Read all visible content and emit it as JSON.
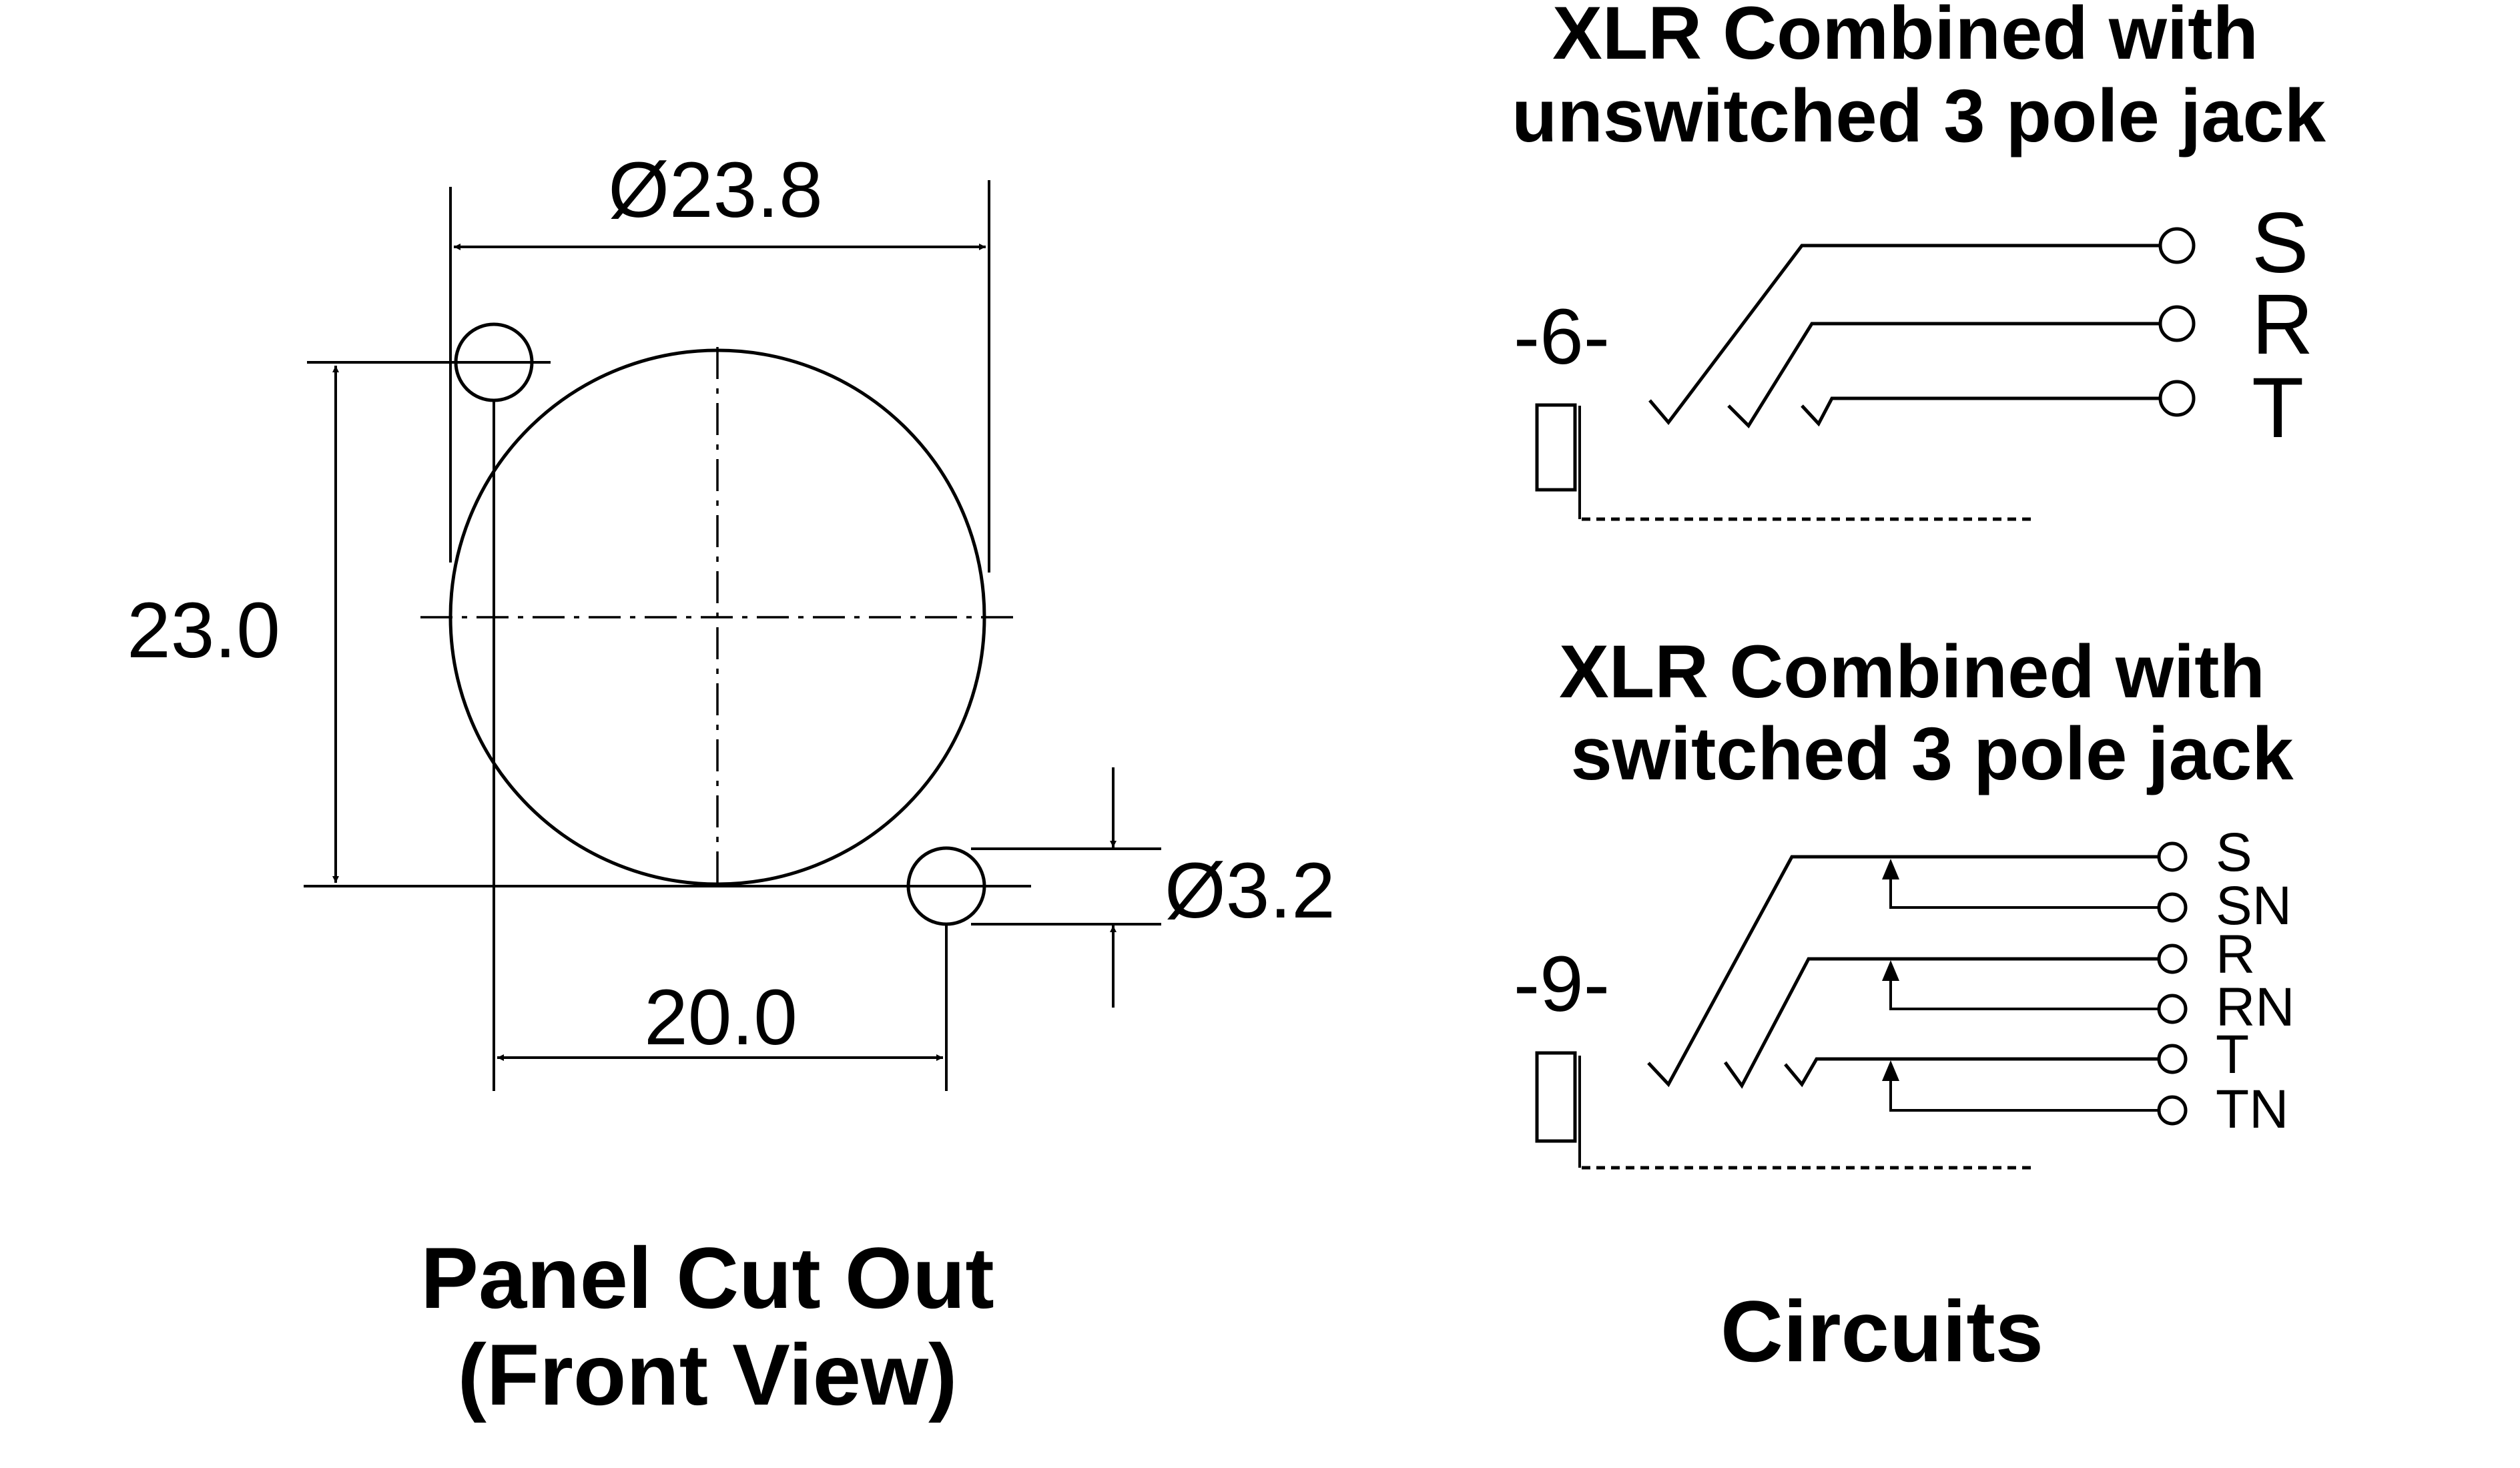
{
  "panel": {
    "dim_hole_diameter": "Ø23.8",
    "dim_height": "23.0",
    "dim_width": "20.0",
    "dim_mount_hole": "Ø3.2",
    "caption_line1": "Panel Cut Out",
    "caption_line2": "(Front View)"
  },
  "circuit_unswitched": {
    "title_line1": "XLR Combined with",
    "title_line2": "unswitched 3 pole jack",
    "variant": "-6-",
    "terminals": [
      "S",
      "R",
      "T"
    ]
  },
  "circuit_switched": {
    "title_line1": "XLR Combined with",
    "title_line2": "switched 3 pole jack",
    "variant": "-9-",
    "terminals": [
      "S",
      "SN",
      "R",
      "RN",
      "T",
      "TN"
    ]
  },
  "circuits_caption": "Circuits"
}
